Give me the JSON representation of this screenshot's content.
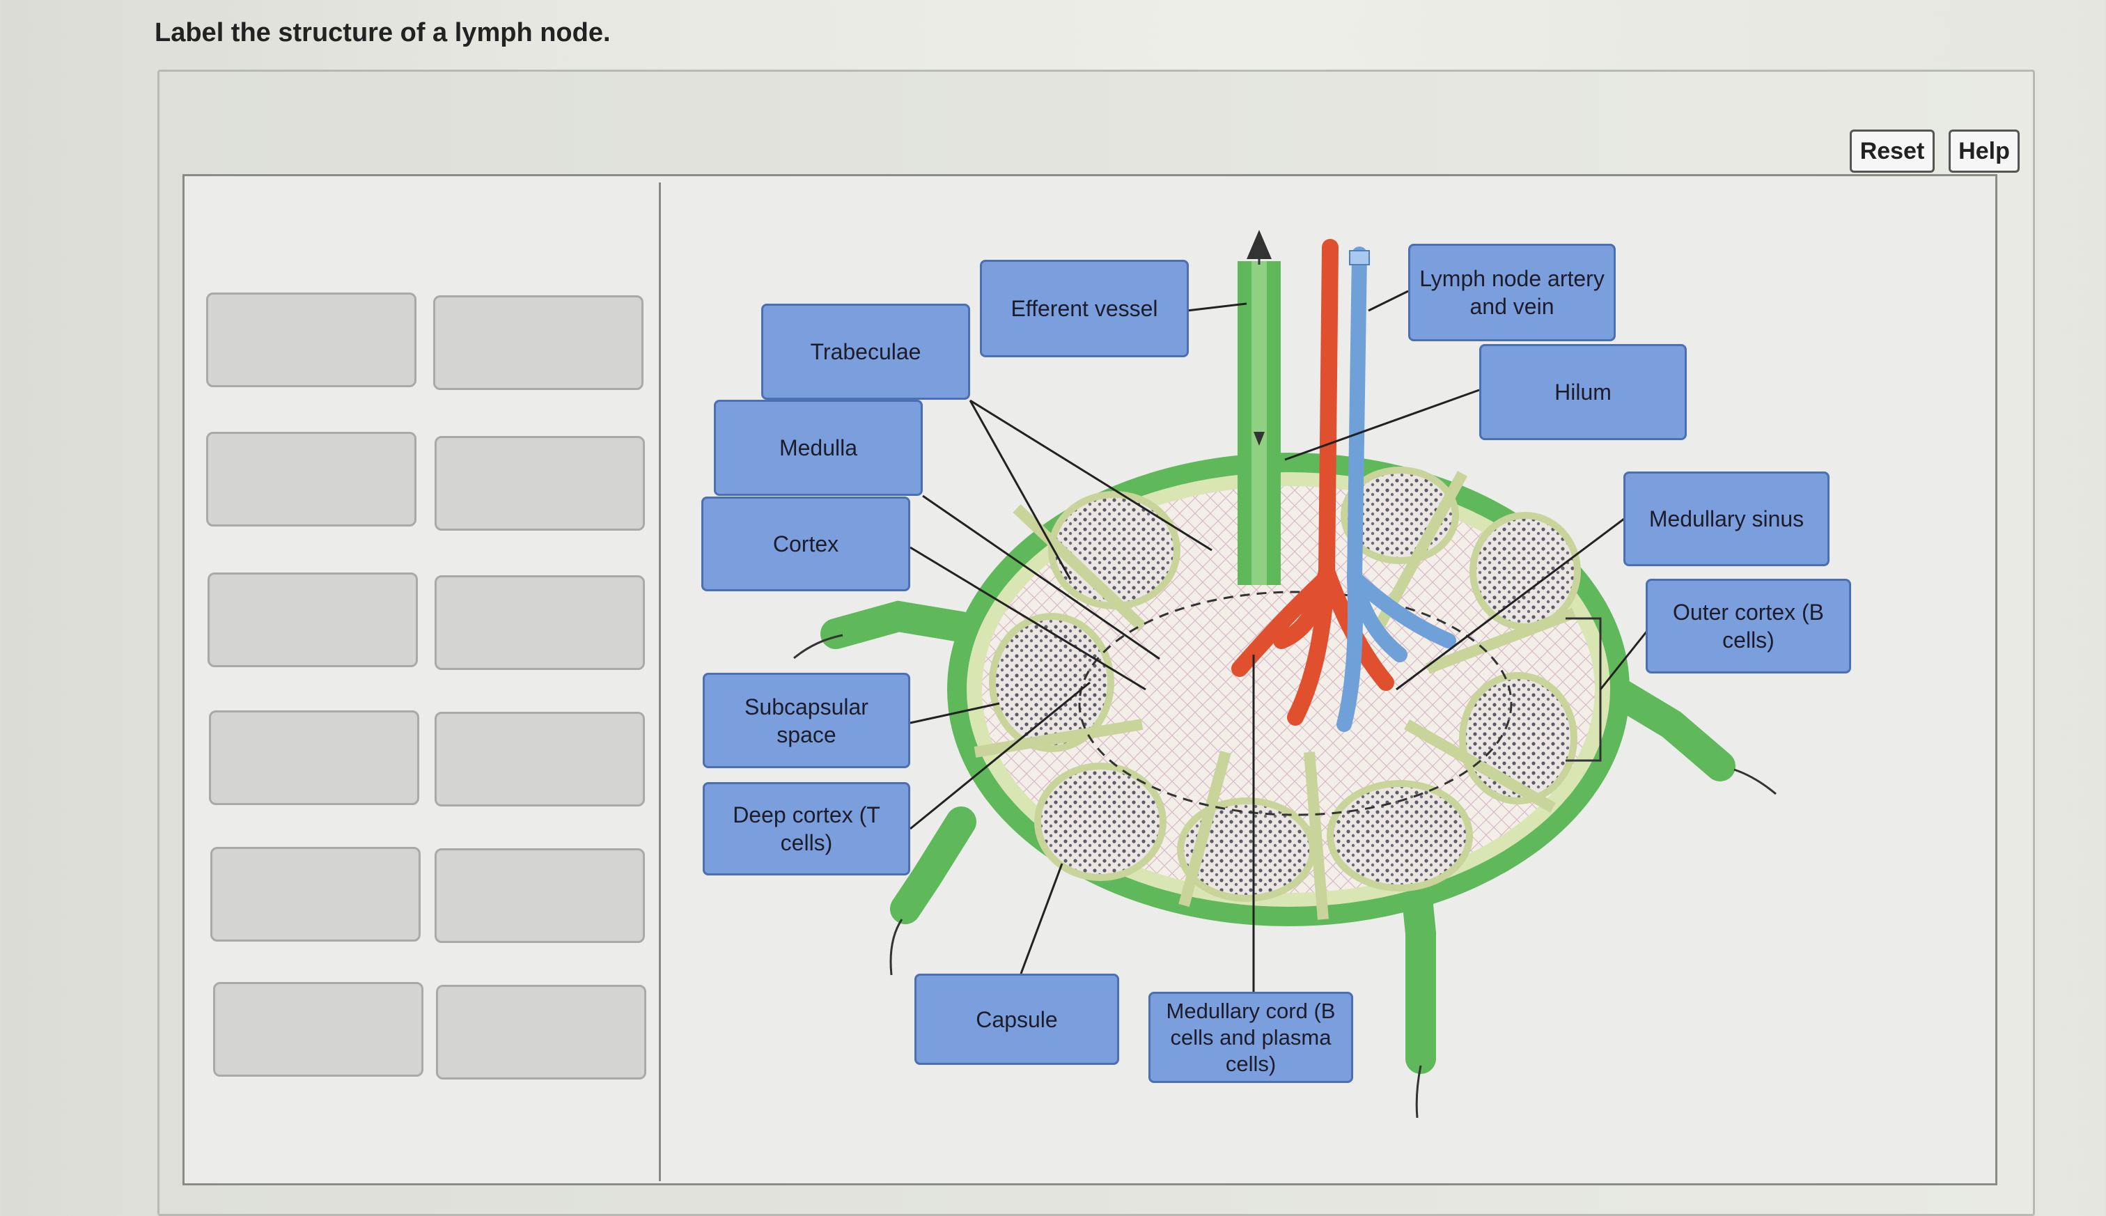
{
  "prompt": "Label the structure of a lymph node.",
  "buttons": {
    "reset": "Reset",
    "help": "Help"
  },
  "label_bank": {
    "slot_count": 12
  },
  "labels": {
    "efferent_vessel": "Efferent vessel",
    "lymph_node_artery_vein": "Lymph node artery and vein",
    "trabeculae": "Trabeculae",
    "hilum": "Hilum",
    "medulla": "Medulla",
    "medullary_sinus": "Medullary sinus",
    "cortex": "Cortex",
    "outer_cortex": "Outer cortex (B cells)",
    "subcapsular_space": "Subcapsular space",
    "deep_cortex": "Deep cortex (T cells)",
    "capsule": "Capsule",
    "medullary_cord": "Medullary cord (B cells and plasma cells)"
  },
  "colors": {
    "label_fill": "#7b9edd",
    "label_border": "#4a6fb2",
    "capsule_green": "#5fb95a",
    "artery_red": "#e0502f",
    "vein_blue": "#6fa0d8"
  }
}
